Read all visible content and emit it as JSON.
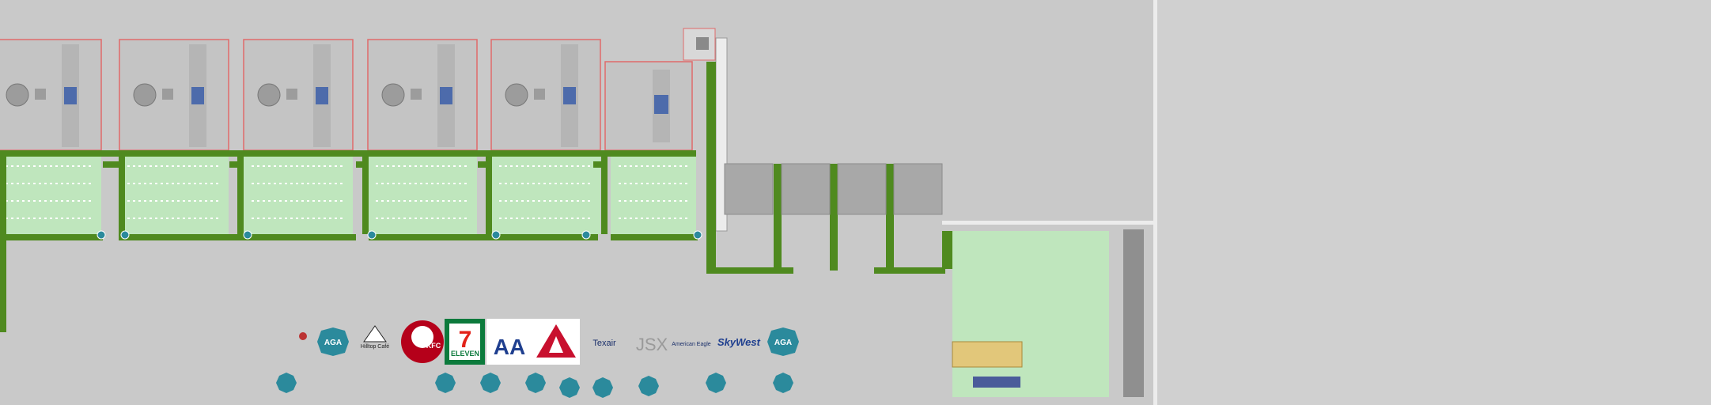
{
  "game": {
    "title": "",
    "colors": {
      "floor": "#c9c9c9",
      "wall": "#ececec",
      "grass": "#4f8a1f",
      "queue": "#bfe6bd",
      "gate_outline": "#e06a6a",
      "sidebar": "#d0d0d0"
    }
  },
  "signs": {
    "aga": "AGA",
    "shop_hilltop": "Hilltop Café",
    "shop_kfc": "KFC",
    "shop_711": "ELEVEN",
    "shop_711_num": "7",
    "airline_aa": "AA",
    "airline_texair": "Texair",
    "airline_jsx": "JSX",
    "airline_american_eagle": "American Eagle",
    "airline_skywest": "SkyWest"
  }
}
